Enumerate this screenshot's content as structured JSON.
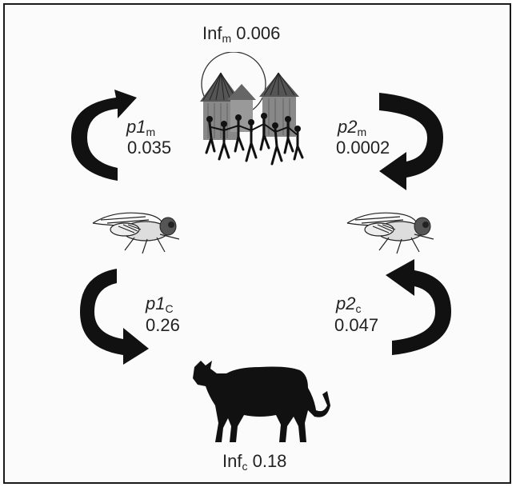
{
  "diagram": {
    "top_label": {
      "base": "Inf",
      "sub": "m",
      "value": "0.006"
    },
    "bottom_label": {
      "base": "Inf",
      "sub": "c",
      "value": "0.18"
    },
    "left_top": {
      "base": "p1",
      "sub": "m",
      "value": "0.035"
    },
    "right_top": {
      "base": "p2",
      "sub": "m",
      "value": "0.0002"
    },
    "left_bottom": {
      "base": "p1",
      "sub": "C",
      "value": "0.26"
    },
    "right_bottom": {
      "base": "p2",
      "sub": "c",
      "value": "0.047"
    },
    "icons": [
      "village-huts-people-icon",
      "tsetse-fly-icon",
      "tsetse-fly-icon",
      "cow-icon"
    ],
    "arrow_color": "#111111",
    "border_color": "#1a1a1a"
  }
}
